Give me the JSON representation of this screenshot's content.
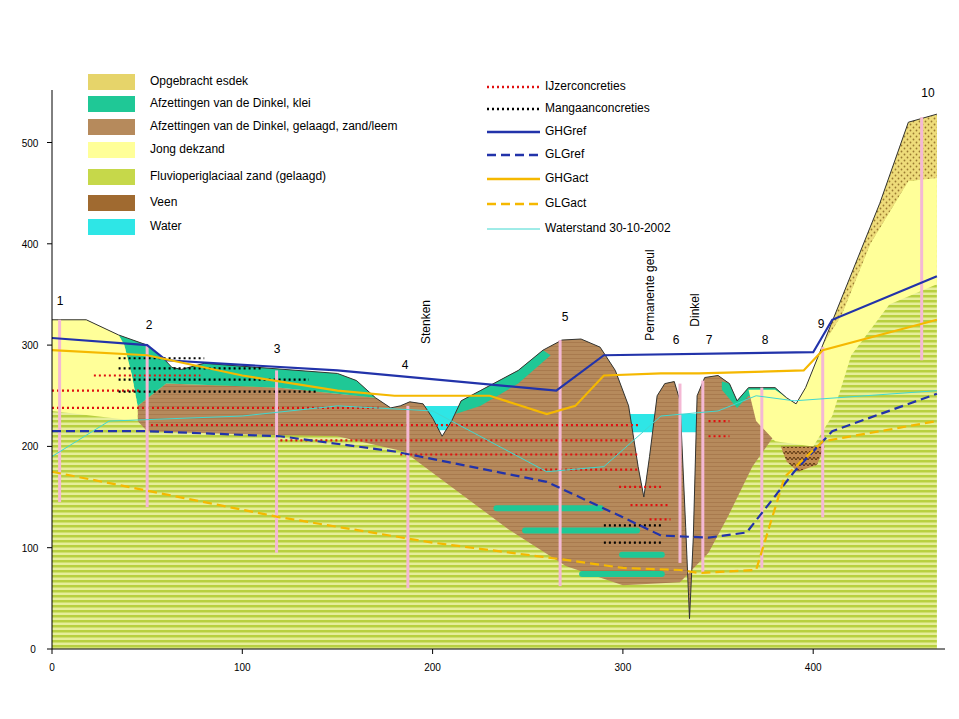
{
  "diagram": {
    "labels": [
      "1",
      "2",
      "3",
      "4",
      "5",
      "6",
      "7",
      "8",
      "9",
      "10",
      "Stenken",
      "Permanente geul",
      "Dinkel",
      "0",
      "100",
      "200",
      "300",
      "400",
      "500",
      "0",
      "100",
      "200",
      "300",
      "400"
    ],
    "legend": [
      {
        "text": "Opgebracht esdek",
        "color": "#e6d46a"
      },
      {
        "text": "Afzettingen van de Dinkel, klei",
        "color": "#1fc896"
      },
      {
        "text": "Afzettingen van de Dinkel, gelaagd, zand/leem",
        "color": "#b68a5c"
      },
      {
        "text": "Jong dekzand",
        "color": "#ffff99"
      },
      {
        "text": "Fluvioperiglaciaal zand (gelaagd)",
        "color": "#c6d84a"
      },
      {
        "text": "Veen",
        "color": "#a06a30"
      },
      {
        "text": "Water",
        "color": "#2ee6e6"
      },
      {
        "text": "IJzerconcreties"
      },
      {
        "text": "Mangaanconcreties"
      },
      {
        "text": "GHGref"
      },
      {
        "text": "GLGref"
      },
      {
        "text": "GHGact"
      },
      {
        "text": "GLGact"
      },
      {
        "text": "Waterstand 30-10-2002"
      }
    ]
  }
}
